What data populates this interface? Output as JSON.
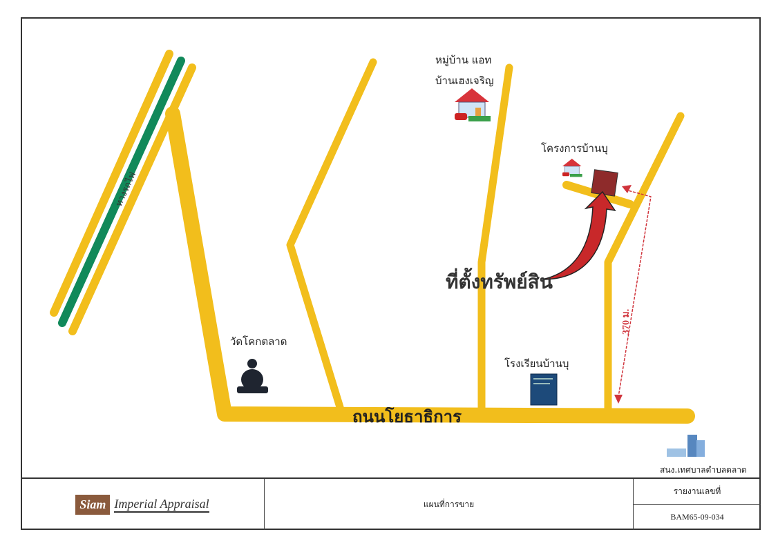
{
  "map": {
    "labels": {
      "village_line1": "หมู่บ้าน แอท",
      "village_line2": "บ้านเฮงเจริญ",
      "project": "โครงการบ้านบุ",
      "property_location": "ที่ตั้งทรัพย์สิน",
      "temple": "วัดโคกตลาด",
      "school": "โรงเรียนบ้านบุ",
      "main_road": "ถนนโยธาธิการ",
      "railway": "ทางรถไฟ",
      "municipal_office": "สนง.เทศบาลตำบลตลาด",
      "distance": "370 ม."
    },
    "icons": [
      "house-icon",
      "buddha-statue-icon",
      "book-icon",
      "building-icon",
      "property-marker",
      "arrow-icon"
    ],
    "colors": {
      "road": "#f2be1c",
      "railway": "#11895a",
      "property": "#8e2b2b",
      "arrow": "#c8282a",
      "distance": "#d0343c"
    }
  },
  "footer": {
    "logo_brand": "Siam",
    "logo_text": "Imperial Appraisal",
    "title": "แผนที่การขาย",
    "report_label": "รายงานเลขที่",
    "report_number": "BAM65-09-034"
  }
}
